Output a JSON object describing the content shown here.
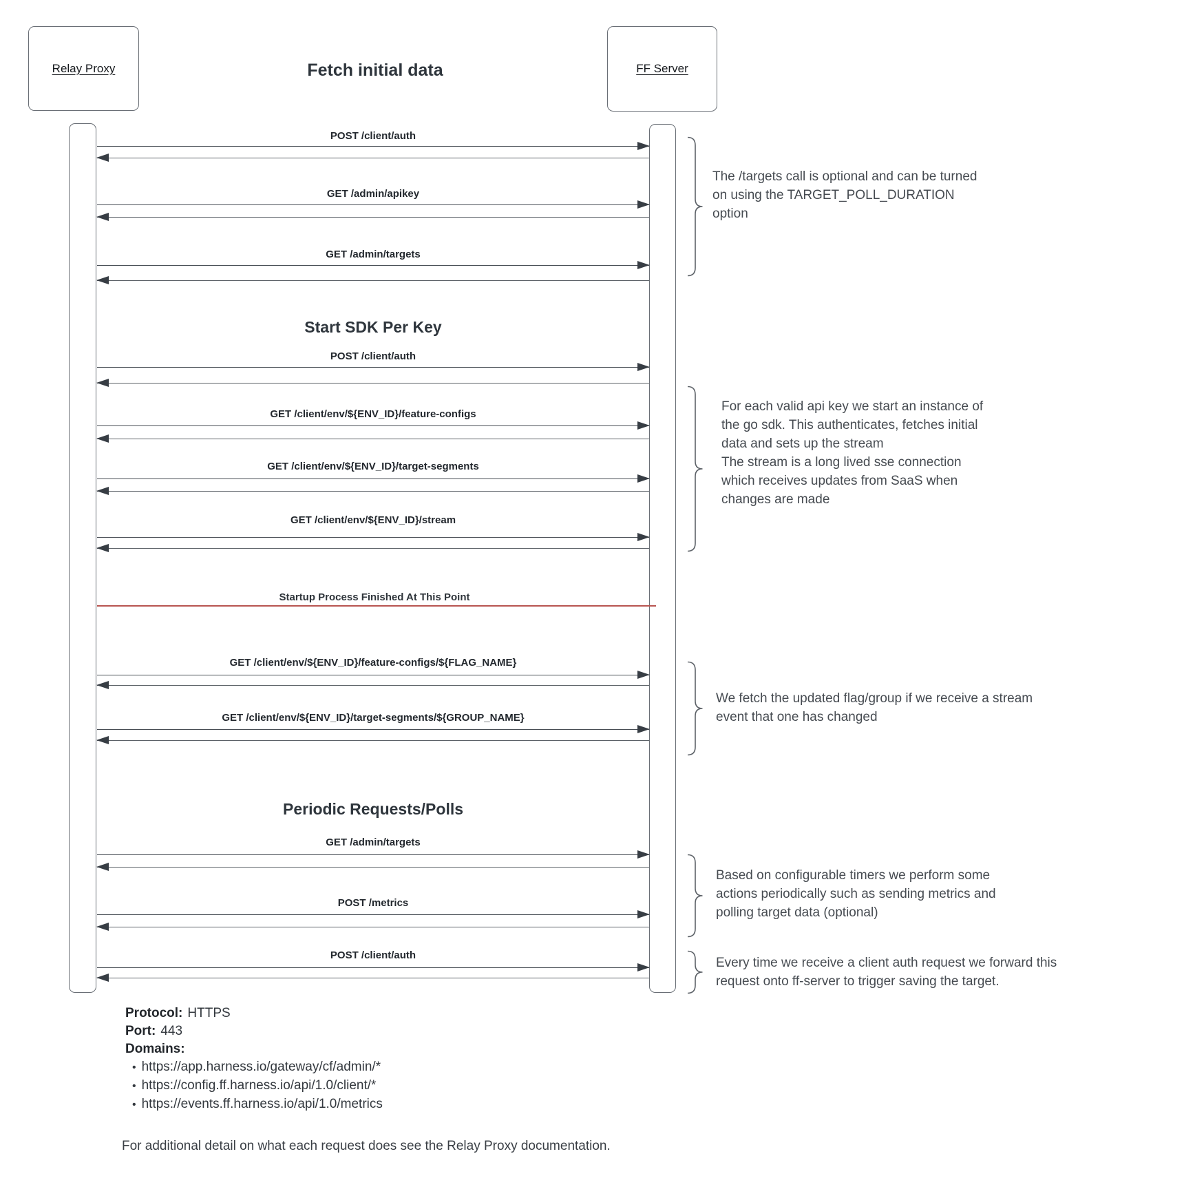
{
  "title": "Fetch initial data",
  "actors": [
    {
      "name": "Relay Proxy"
    },
    {
      "name": "FF Server"
    }
  ],
  "sections": [
    {
      "label": "Start SDK Per Key"
    },
    {
      "label": "Periodic Requests/Polls"
    }
  ],
  "separator": {
    "label": "Startup Process Finished At This Point"
  },
  "messages": [
    {
      "label": "POST /client/auth"
    },
    {
      "label": "GET /admin/apikey"
    },
    {
      "label": "GET /admin/targets"
    },
    {
      "label": "POST /client/auth"
    },
    {
      "label": "GET /client/env/${ENV_ID}/feature-configs"
    },
    {
      "label": "GET /client/env/${ENV_ID}/target-segments"
    },
    {
      "label": "GET /client/env/${ENV_ID}/stream"
    },
    {
      "label": "GET /client/env/${ENV_ID}/feature-configs/${FLAG_NAME}"
    },
    {
      "label": "GET /client/env/${ENV_ID}/target-segments/${GROUP_NAME}"
    },
    {
      "label": "GET /admin/targets"
    },
    {
      "label": "POST /metrics"
    },
    {
      "label": "POST /client/auth"
    }
  ],
  "annotations": [
    {
      "lines": [
        "The /targets call is optional and can be turned",
        "on using the TARGET_POLL_DURATION",
        "option"
      ]
    },
    {
      "lines": [
        "For each valid api key we start an instance of",
        "the go sdk. This authenticates, fetches initial",
        "data and sets up the stream",
        "The stream is a long lived sse connection",
        "which receives updates from SaaS when",
        "changes are made"
      ]
    },
    {
      "lines": [
        "We fetch the updated flag/group if we receive a stream",
        "event that one has changed"
      ]
    },
    {
      "lines": [
        "Based on configurable timers we perform some",
        "actions periodically such as sending metrics and",
        "polling target data (optional)"
      ]
    },
    {
      "lines": [
        "Every time we receive a client auth request we forward this",
        "request onto ff-server to trigger saving the target."
      ]
    }
  ],
  "footer": {
    "protocol_label": "Protocol:",
    "protocol_value": "HTTPS",
    "port_label": "Port:",
    "port_value": "443",
    "domains_label": "Domains:",
    "bullet": "•",
    "domains": [
      "https://app.harness.io/gateway/cf/admin/*",
      "https://config.ff.harness.io/api/1.0/client/*",
      "https://events.ff.harness.io/api/1.0/metrics"
    ],
    "note": "For additional detail on what each request does see the Relay Proxy documentation."
  },
  "colors": {
    "separator_red": "#b85450",
    "arrow_dark": "#373d44",
    "border_gray": "#6a6f76",
    "text_dark": "#2e353c",
    "annotation_text": "#464b51"
  }
}
